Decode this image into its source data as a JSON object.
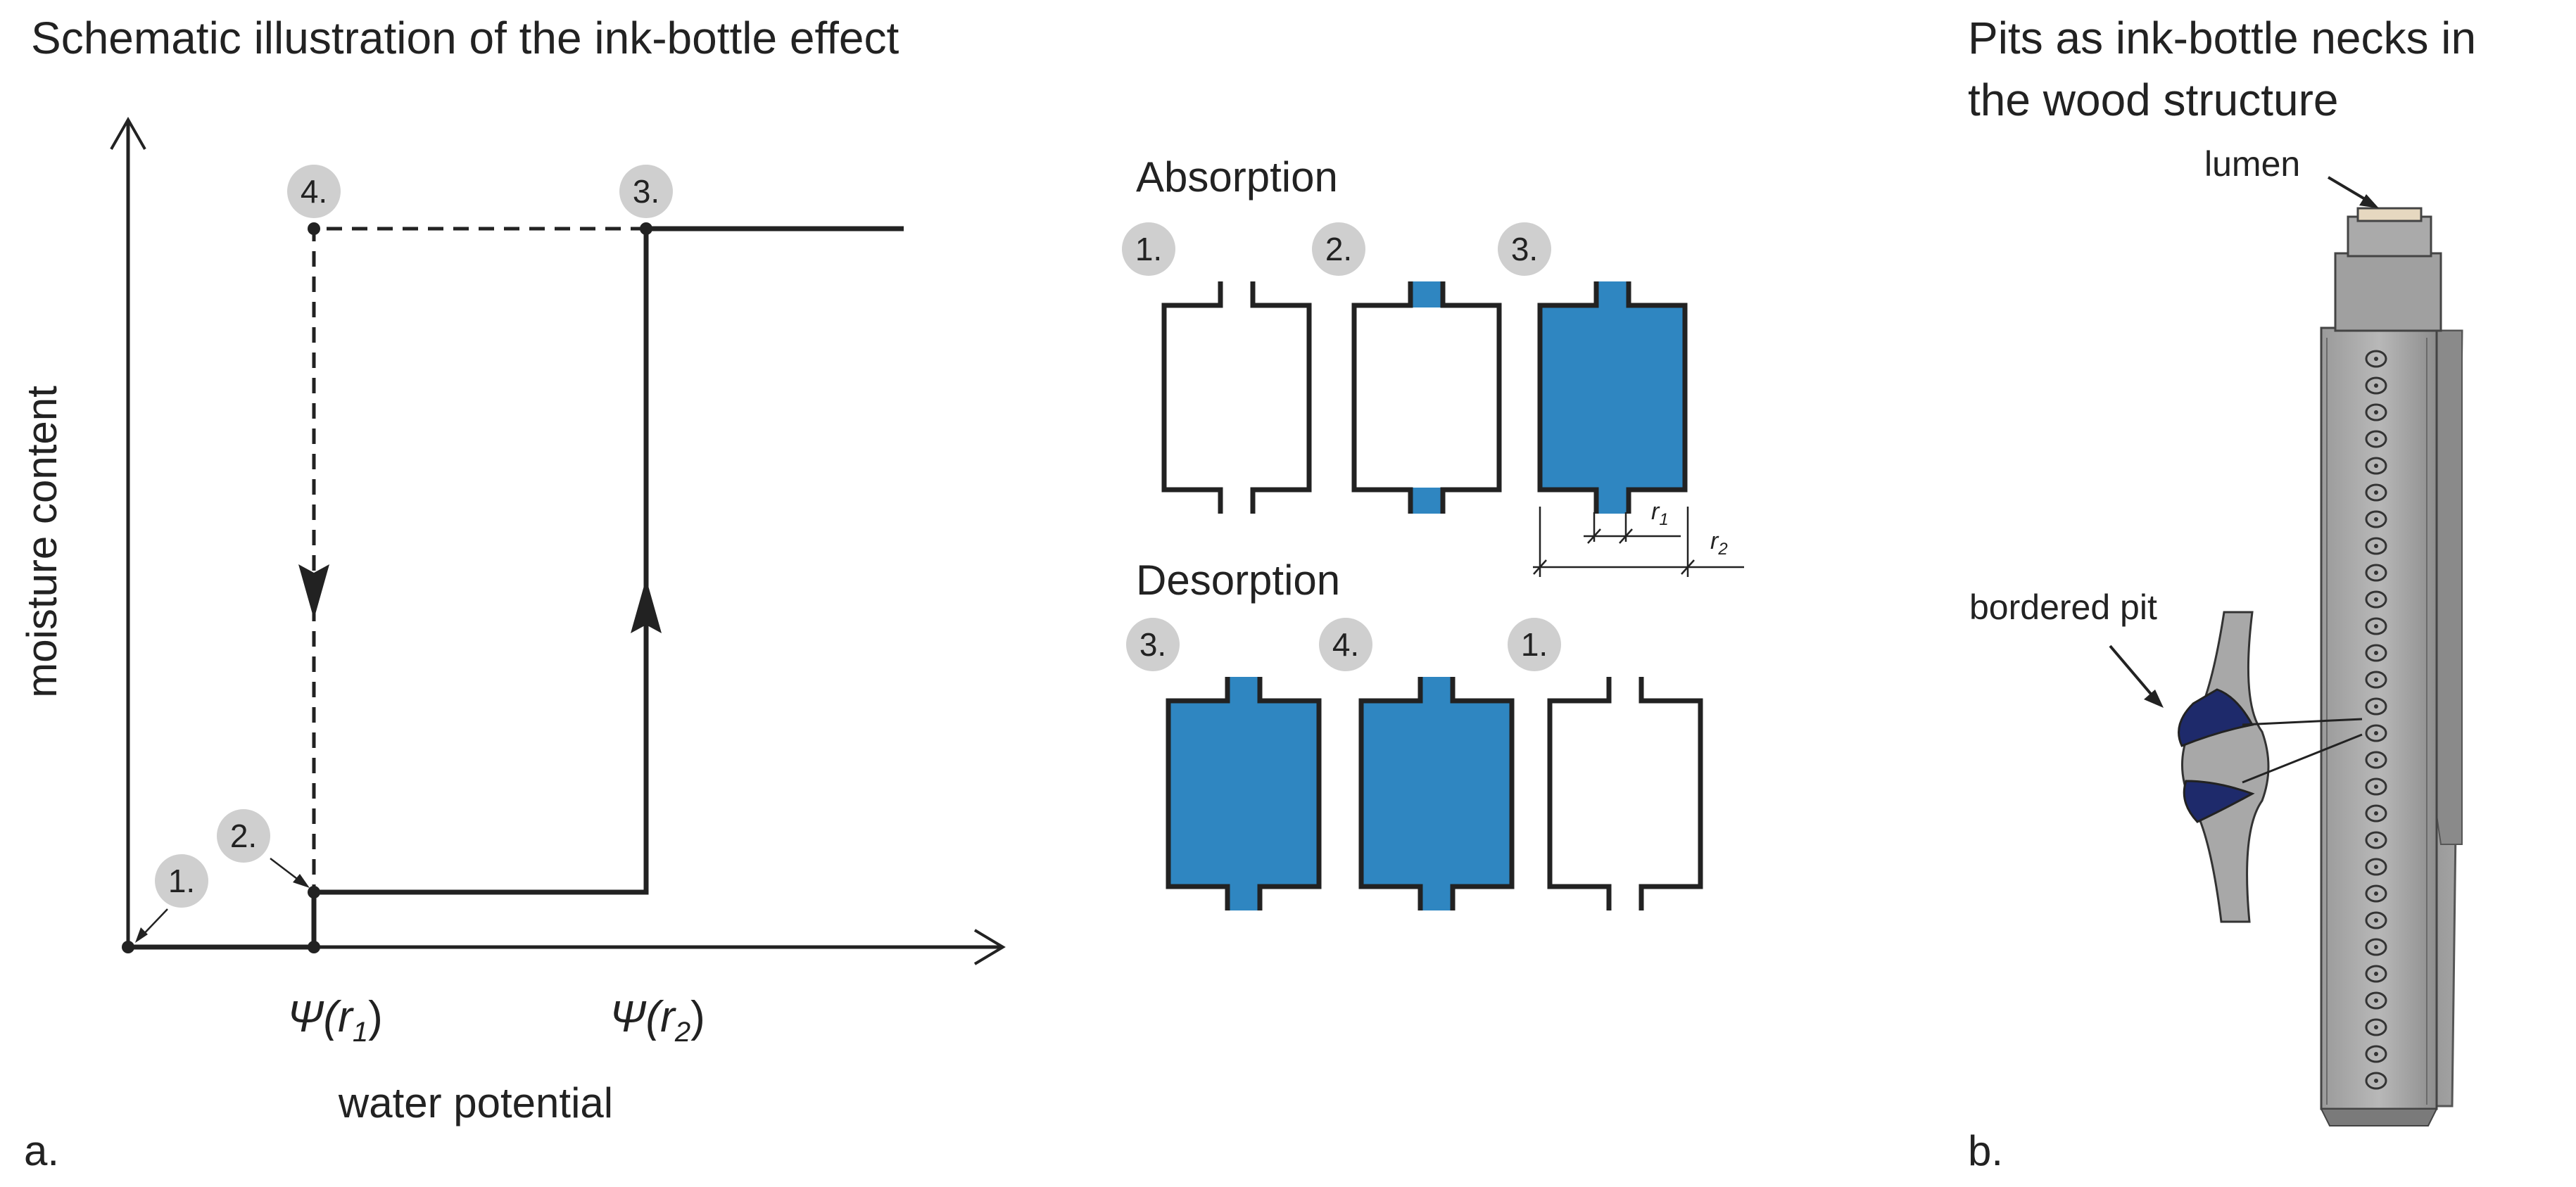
{
  "panel_a": {
    "title": "Schematic illustration of the ink-bottle effect",
    "ylabel": "moisture content",
    "xlabel": "water potential",
    "tick1": {
      "psi": "Ψ(",
      "r": "r",
      "sub": "1",
      "close": ")"
    },
    "tick2": {
      "psi": "Ψ(",
      "r": "r",
      "sub": "2",
      "close": ")"
    },
    "points": [
      {
        "id": "1",
        "label": "1."
      },
      {
        "id": "2",
        "label": "2."
      },
      {
        "id": "3",
        "label": "3."
      },
      {
        "id": "4",
        "label": "4."
      }
    ],
    "absorption": {
      "heading": "Absorption",
      "steps": [
        {
          "label": "1.",
          "state": "empty"
        },
        {
          "label": "2.",
          "state": "necks"
        },
        {
          "label": "3.",
          "state": "full"
        }
      ]
    },
    "desorption": {
      "heading": "Desorption",
      "steps": [
        {
          "label": "3.",
          "state": "full"
        },
        {
          "label": "4.",
          "state": "full"
        },
        {
          "label": "1.",
          "state": "empty"
        }
      ]
    },
    "dim_r1": {
      "r": "r",
      "sub": "1"
    },
    "dim_r2": {
      "r": "r",
      "sub": "2"
    },
    "panel_letter": "a."
  },
  "panel_b": {
    "title_line1": "Pits as ink-bottle necks in",
    "title_line2": "the wood structure",
    "lumen_label": "lumen",
    "pit_label": "bordered pit",
    "panel_letter": "b."
  },
  "colors": {
    "water": "#2f86c1",
    "water_dark": "#1e5f93",
    "line": "#222222",
    "badge": "#cfcfcf"
  }
}
